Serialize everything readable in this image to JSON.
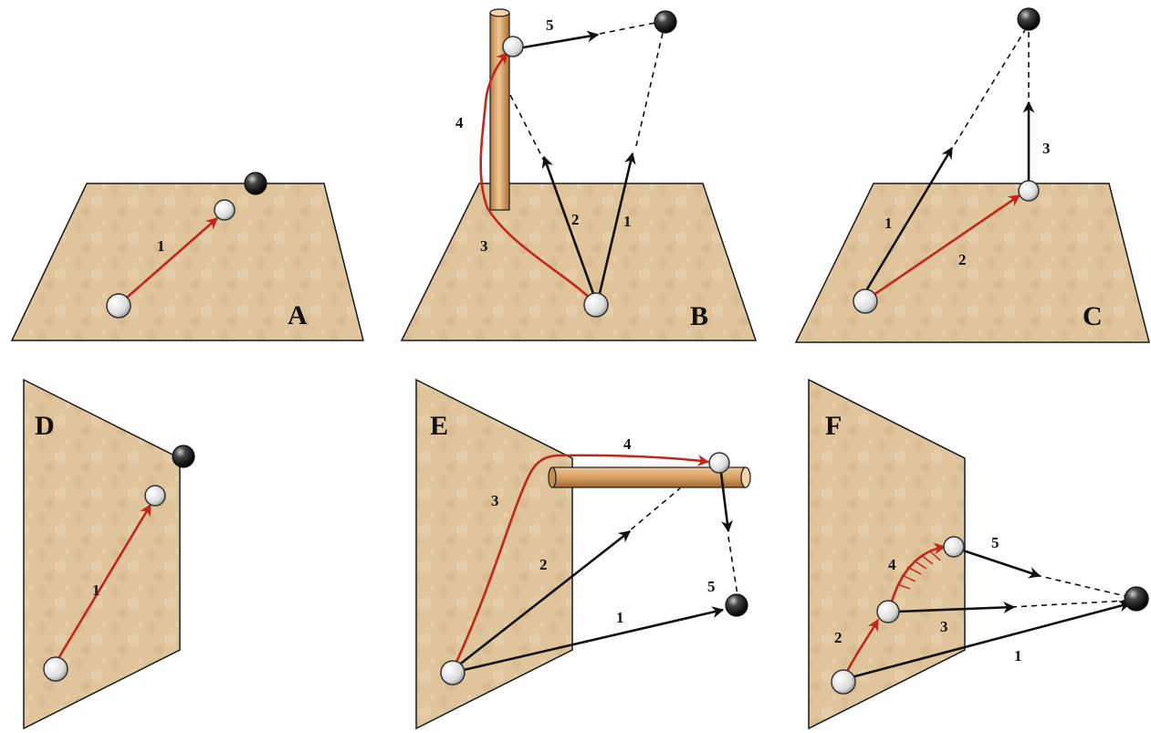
{
  "colors": {
    "surface": "#dfc49c",
    "surface_stroke": "#1a1a1a",
    "red_path": "#c0271d",
    "black_path": "#111111",
    "rod": "#d8a86e",
    "ball_light": "#f2f2f2",
    "ball_dark": "#222222"
  },
  "panels": {
    "A": {
      "letter": "A",
      "labels": [
        "1"
      ]
    },
    "B": {
      "letter": "B",
      "labels": [
        "5",
        "4",
        "2",
        "1",
        "3"
      ]
    },
    "C": {
      "letter": "C",
      "labels": [
        "3",
        "1",
        "2"
      ]
    },
    "D": {
      "letter": "D",
      "labels": [
        "1"
      ]
    },
    "E": {
      "letter": "E",
      "labels": [
        "4",
        "3",
        "2",
        "5",
        "1"
      ]
    },
    "F": {
      "letter": "F",
      "labels": [
        "5",
        "4",
        "2",
        "3",
        "1"
      ]
    }
  }
}
